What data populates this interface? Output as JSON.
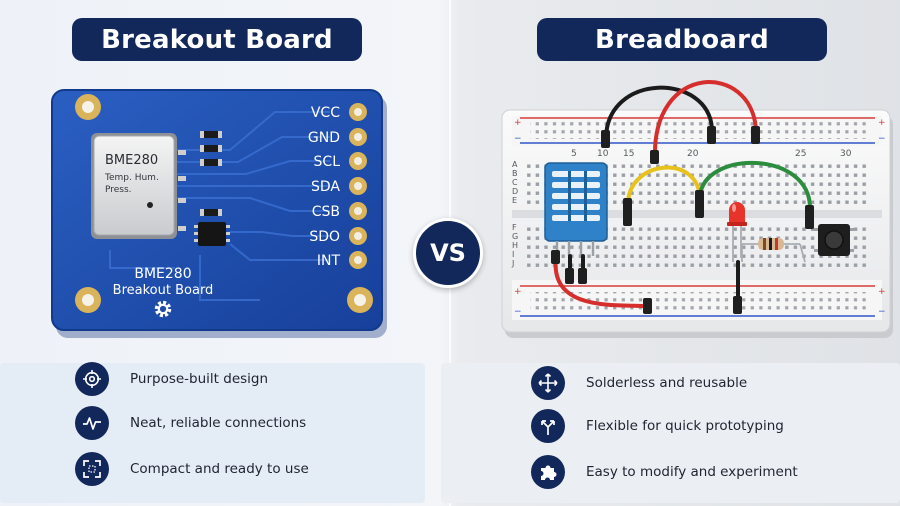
{
  "left": {
    "title": "Breakout Board",
    "board": {
      "chip_name": "BME280",
      "chip_text": [
        "Temp. Hum.",
        "Press."
      ],
      "caption_line1": "BME280",
      "caption_line2": "Breakout Board",
      "pins": [
        "VCC",
        "GND",
        "SCL",
        "SDA",
        "CSB",
        "SDO",
        "INT"
      ]
    },
    "features": [
      {
        "label": "Purpose-built design",
        "icon": "crosshair-icon"
      },
      {
        "label": "Neat, reliable connections",
        "icon": "pulse-icon"
      },
      {
        "label": "Compact and ready to use",
        "icon": "corner-frame-icon"
      }
    ]
  },
  "vs_label": "VS",
  "right": {
    "title": "Breadboard",
    "breadboard": {
      "column_numbers": [
        "5",
        "10",
        "15",
        "20",
        "25",
        "30"
      ],
      "row_letters_top": [
        "A",
        "B",
        "C",
        "D",
        "E"
      ],
      "row_letters_bottom": [
        "F",
        "G",
        "H",
        "I",
        "J"
      ]
    },
    "features": [
      {
        "label": "Solderless and reusable",
        "icon": "move-arrows-icon"
      },
      {
        "label": "Flexible for quick prototyping",
        "icon": "split-arrow-icon"
      },
      {
        "label": "Easy to modify and experiment",
        "icon": "puzzle-icon"
      }
    ]
  },
  "colors": {
    "navy": "#13285a",
    "pcb_blue": "#1f4fae",
    "gold": "#d4a94a",
    "wire_red": "#d62d2d",
    "wire_green": "#2c8d3f",
    "wire_yellow": "#e7c21c",
    "sensor_blue": "#2f82c8"
  }
}
